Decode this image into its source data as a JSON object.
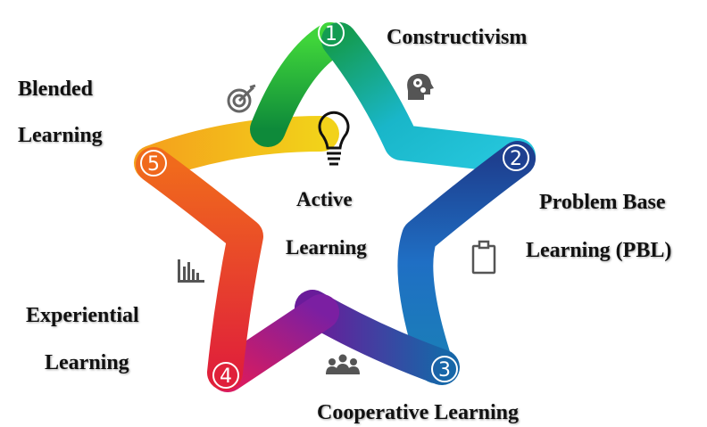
{
  "center": {
    "line1": "Active",
    "line2": "Learning"
  },
  "items": [
    {
      "number": "1",
      "lines": [
        "Constructivism"
      ],
      "color": "#1fb83a"
    },
    {
      "number": "2",
      "lines": [
        "Problem Base",
        "Learning (PBL)"
      ],
      "color": "#1aa9d6"
    },
    {
      "number": "3",
      "lines": [
        "Cooperative Learning"
      ],
      "color": "#1565a8"
    },
    {
      "number": "4",
      "lines": [
        "Experiential",
        "Learning"
      ],
      "color": "#d81b60"
    },
    {
      "number": "5",
      "lines": [
        "Blended",
        "Learning"
      ],
      "color": "#f07a1c"
    }
  ],
  "icons": {
    "item1": "head-gears-icon",
    "item2": "clipboard-icon",
    "item3": "group-icon",
    "item4": "bar-chart-icon",
    "item5": "target-icon",
    "center": "lightbulb-icon"
  }
}
